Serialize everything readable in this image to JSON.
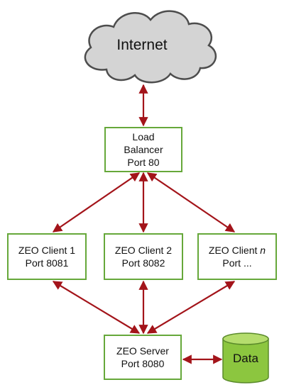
{
  "internet": {
    "label": "Internet"
  },
  "load_balancer": {
    "line1": "Load",
    "line2": "Balancer",
    "line3": "Port 80"
  },
  "client1": {
    "name": "ZEO Client 1",
    "port": "Port 8081"
  },
  "client2": {
    "name": "ZEO Client 2",
    "port": "Port 8082"
  },
  "clientn": {
    "name": "ZEO Client",
    "suffix": "n",
    "port": "Port ..."
  },
  "zeo_server": {
    "name": "ZEO Server",
    "port": "Port 8080"
  },
  "data_store": {
    "label": "Data"
  },
  "colors": {
    "box_border": "#66a83a",
    "arrow": "#a3141a",
    "cloud_fill": "#d4d4d4",
    "cloud_stroke": "#4d4d4d",
    "cylinder_fill": "#8cc63f",
    "cylinder_top": "#b5dd6d"
  }
}
